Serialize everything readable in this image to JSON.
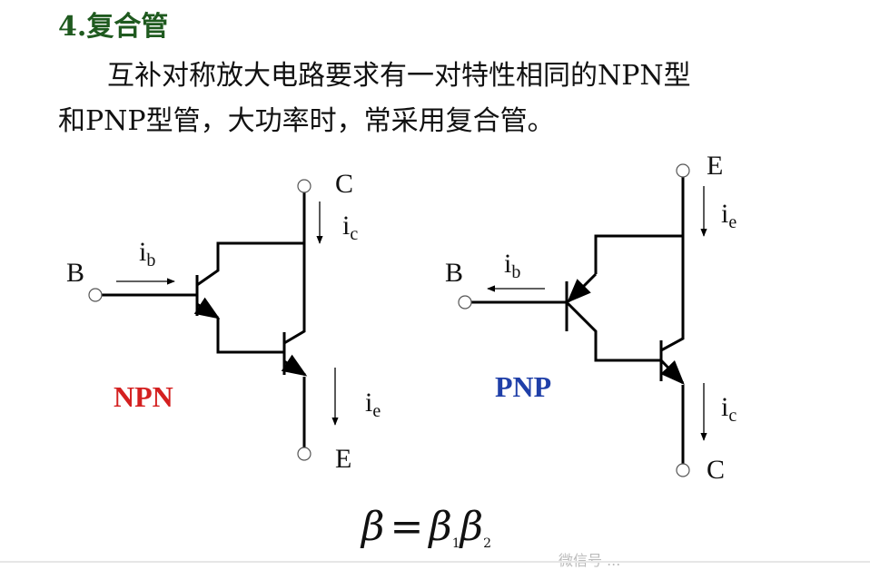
{
  "title": "4.复合管",
  "paragraph": {
    "line1": "互补对称放大电路要求有一对特性相同的NPN型",
    "line2": "和PNP型管，大功率时，常采用复合管。"
  },
  "npn": {
    "type_label": "NPN",
    "color": "#d42020",
    "B": "B",
    "C": "C",
    "E": "E",
    "ib": "i",
    "ib_sub": "b",
    "ic": "i",
    "ic_sub": "c",
    "ie": "i",
    "ie_sub": "e"
  },
  "pnp": {
    "type_label": "PNP",
    "color": "#1f3fa8",
    "B": "B",
    "C": "C",
    "E": "E",
    "ib": "i",
    "ib_sub": "b",
    "ic": "i",
    "ic_sub": "c",
    "ie": "i",
    "ie_sub": "e"
  },
  "formula": {
    "lhs": "β",
    "eq": "=",
    "b1": "β",
    "s1": "1",
    "b2": "β",
    "s2": "2"
  },
  "watermark": "微信号 ..."
}
